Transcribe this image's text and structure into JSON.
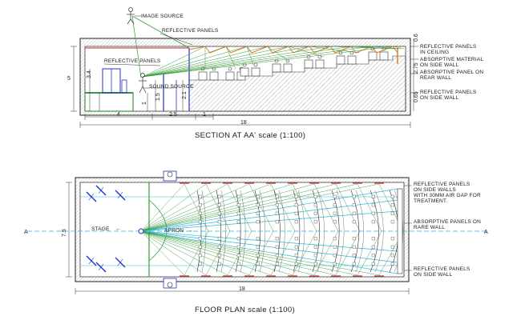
{
  "section": {
    "title": "SECTION AT AA' scale (1:100)",
    "labels": {
      "image_source": "IMAGE SOURCE",
      "reflective_panels_top": "REFLECTIVE PANELS",
      "reflective_panels_stage": "REFLECTIVE PANELS",
      "sound_source": "SOUND SOURCE"
    },
    "notes": [
      [
        "REFLECTIVE PANELS",
        "IN CEILING"
      ],
      [
        "ABSORPTIVE MATERIAL",
        "ON SIDE WALL"
      ],
      [
        "ABSORPTIVE PANEL ON",
        "REAR WALL"
      ],
      [
        "REFLECTIVE PANELS",
        "ON SIDE WALL"
      ]
    ],
    "dims": {
      "height_total": "5",
      "stage_height": "3.4",
      "d1": "1",
      "d2": "1.5",
      "d3": "2.1",
      "right_top": "0.6",
      "right_mid": "2.75",
      "right_low": "0.65",
      "bottom_1": "4",
      "bottom_2": "2.5",
      "bottom_3": "1",
      "overall": "18"
    }
  },
  "plan": {
    "title": "FLOOR PLAN scale (1:100)",
    "labels": {
      "stage": "STAGE",
      "apron": "APRON"
    },
    "marker": "A",
    "notes": [
      [
        "REFLECTIVE PANELS",
        "ON SIDE WALLS",
        "WITH 30MM AIR GAP FOR",
        "TREATMENT."
      ],
      [
        "ABSORPTIVE PANELS ON",
        "RARE WALL"
      ],
      [
        "REFLECTIVE PANELS",
        "ON SIDE WALL"
      ]
    ],
    "dims": {
      "width": "7.5",
      "overall": "18"
    }
  },
  "colors": {
    "line": "#222222",
    "reflection": "#3a9a3a",
    "sightline": "#30b8d8",
    "panel_orange": "#e07a2a",
    "panel_red": "#c0282a",
    "stage_blue": "#2233cc",
    "floor_green": "#3a9a3a",
    "hatch": "#8a8a8a"
  }
}
